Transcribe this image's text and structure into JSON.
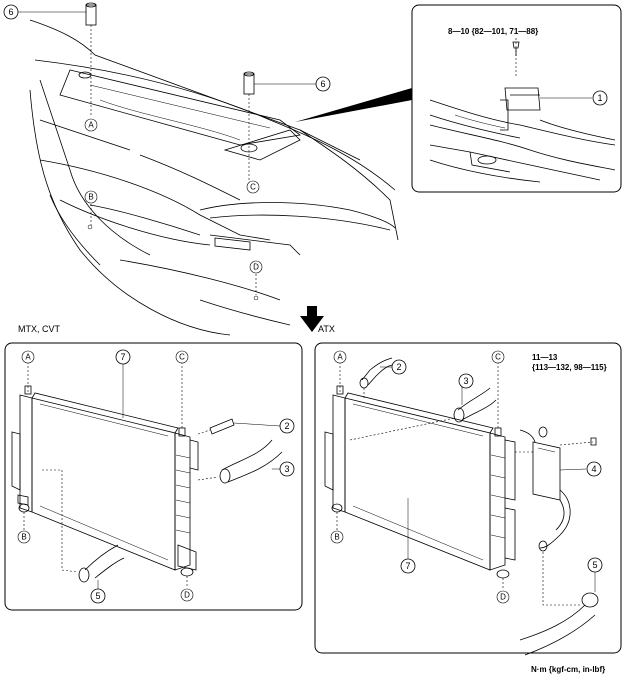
{
  "torque_top": "8—10 {82—101, 71—88}",
  "torque_atx_line1": "11—13",
  "torque_atx_line2": "{113—132, 98—115}",
  "panel_left_label": "MTX, CVT",
  "panel_right_label": "ATX",
  "units_note": "N·m {kgf-cm, in-lbf}",
  "callouts": {
    "c1": "1",
    "c2": "2",
    "c3": "3",
    "c4": "4",
    "c5": "5",
    "c6": "6",
    "c7": "7"
  },
  "refs": {
    "A": "A",
    "B": "B",
    "C": "C",
    "D": "D"
  }
}
